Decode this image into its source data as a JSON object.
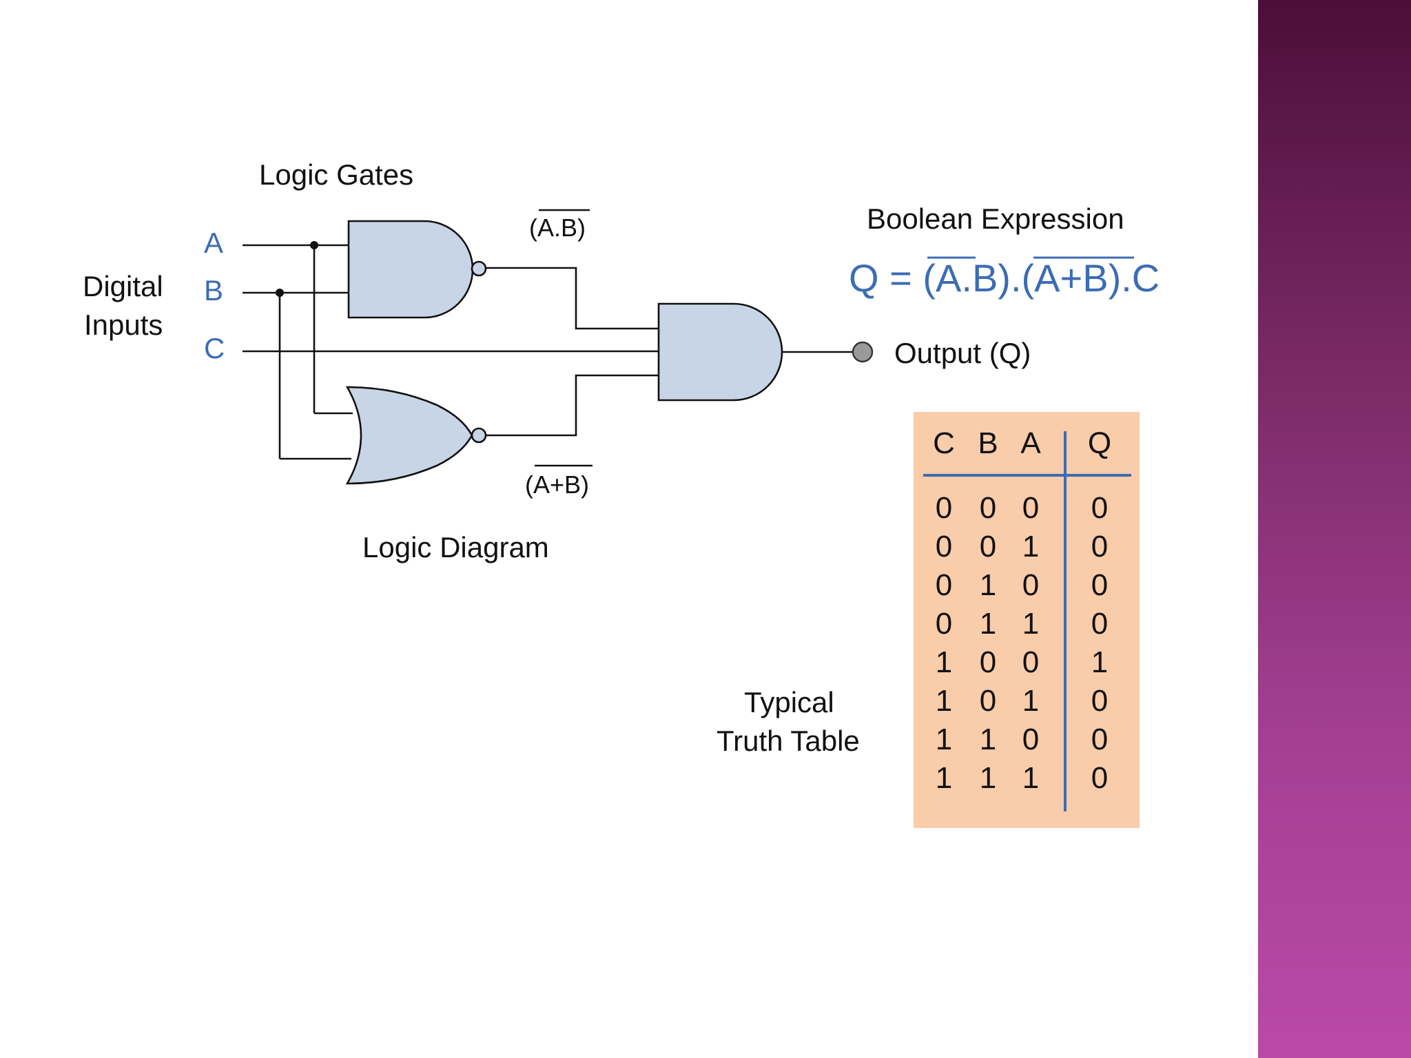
{
  "labels": {
    "logic_gates": "Logic Gates",
    "digital_inputs_1": "Digital",
    "digital_inputs_2": "Inputs",
    "input_a": "A",
    "input_b": "B",
    "input_c": "C",
    "nand_label": "(A.B)",
    "nor_label": "(A+B)",
    "logic_diagram": "Logic Diagram",
    "output": "Output (Q)",
    "boolean_title": "Boolean Expression",
    "expr_prefix": "Q = ",
    "expr_term1": "(A.B)",
    "expr_dot1": ".",
    "expr_term2": "(A+B)",
    "expr_dot2": ".",
    "expr_term3": "C",
    "tt_caption_1": "Typical",
    "tt_caption_2": "Truth Table"
  },
  "truth_table": {
    "headers": [
      "C",
      "B",
      "A",
      "Q"
    ],
    "rows": [
      [
        "0",
        "0",
        "0",
        "0"
      ],
      [
        "0",
        "0",
        "1",
        "0"
      ],
      [
        "0",
        "1",
        "0",
        "0"
      ],
      [
        "0",
        "1",
        "1",
        "0"
      ],
      [
        "1",
        "0",
        "0",
        "1"
      ],
      [
        "1",
        "0",
        "1",
        "0"
      ],
      [
        "1",
        "1",
        "0",
        "0"
      ],
      [
        "1",
        "1",
        "1",
        "0"
      ]
    ],
    "highlight_color": "#d03030"
  },
  "colors": {
    "gate_fill": "#c8d5e6",
    "input_label": "#3c6cb4",
    "table_bg": "#f9ccaa",
    "table_line": "#3c6cb4",
    "output_dot": "#9a9a9a"
  }
}
